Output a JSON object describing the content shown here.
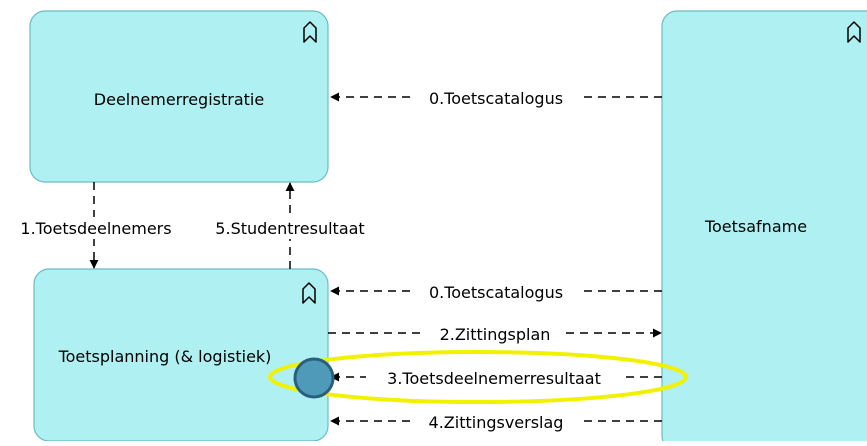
{
  "diagram": {
    "colors": {
      "box_fill": "#aff0f2",
      "box_stroke": "#6bbcc4",
      "line": "#000000",
      "highlight": "#f2f200",
      "marker_fill": "#4e9ab8",
      "marker_stroke": "#2b5f80"
    },
    "elements": {
      "deelnemerregistratie": {
        "label": "Deelnemerregistratie",
        "icon": "application-component-icon"
      },
      "toetsplanning": {
        "label": "Toetsplanning (& logistiek)",
        "icon": "application-component-icon"
      },
      "toetsafname": {
        "label": "Toetsafname",
        "icon": "application-component-icon"
      }
    },
    "flows": {
      "f0_top": {
        "label": "0.Toetscatalogus",
        "from": "Toetsafname",
        "to": "Deelnemerregistratie"
      },
      "f1": {
        "label": "1.Toetsdeelnemers",
        "from": "Deelnemerregistratie",
        "to": "Toetsplanning (& logistiek)"
      },
      "f5": {
        "label": "5.Studentresultaat",
        "from": "Toetsplanning (& logistiek)",
        "to": "Deelnemerregistratie"
      },
      "f0_mid": {
        "label": "0.Toetscatalogus",
        "from": "Toetsafname",
        "to": "Toetsplanning (& logistiek)"
      },
      "f2": {
        "label": "2.Zittingsplan",
        "from": "Toetsplanning (& logistiek)",
        "to": "Toetsafname"
      },
      "f3": {
        "label": "3.Toetsdeelnemerresultaat",
        "from": "Toetsafname",
        "to": "Toetsplanning (& logistiek)",
        "highlighted": true
      },
      "f4": {
        "label": "4.Zittingsverslag",
        "from": "Toetsafname",
        "to": "Toetsplanning (& logistiek)"
      }
    }
  }
}
